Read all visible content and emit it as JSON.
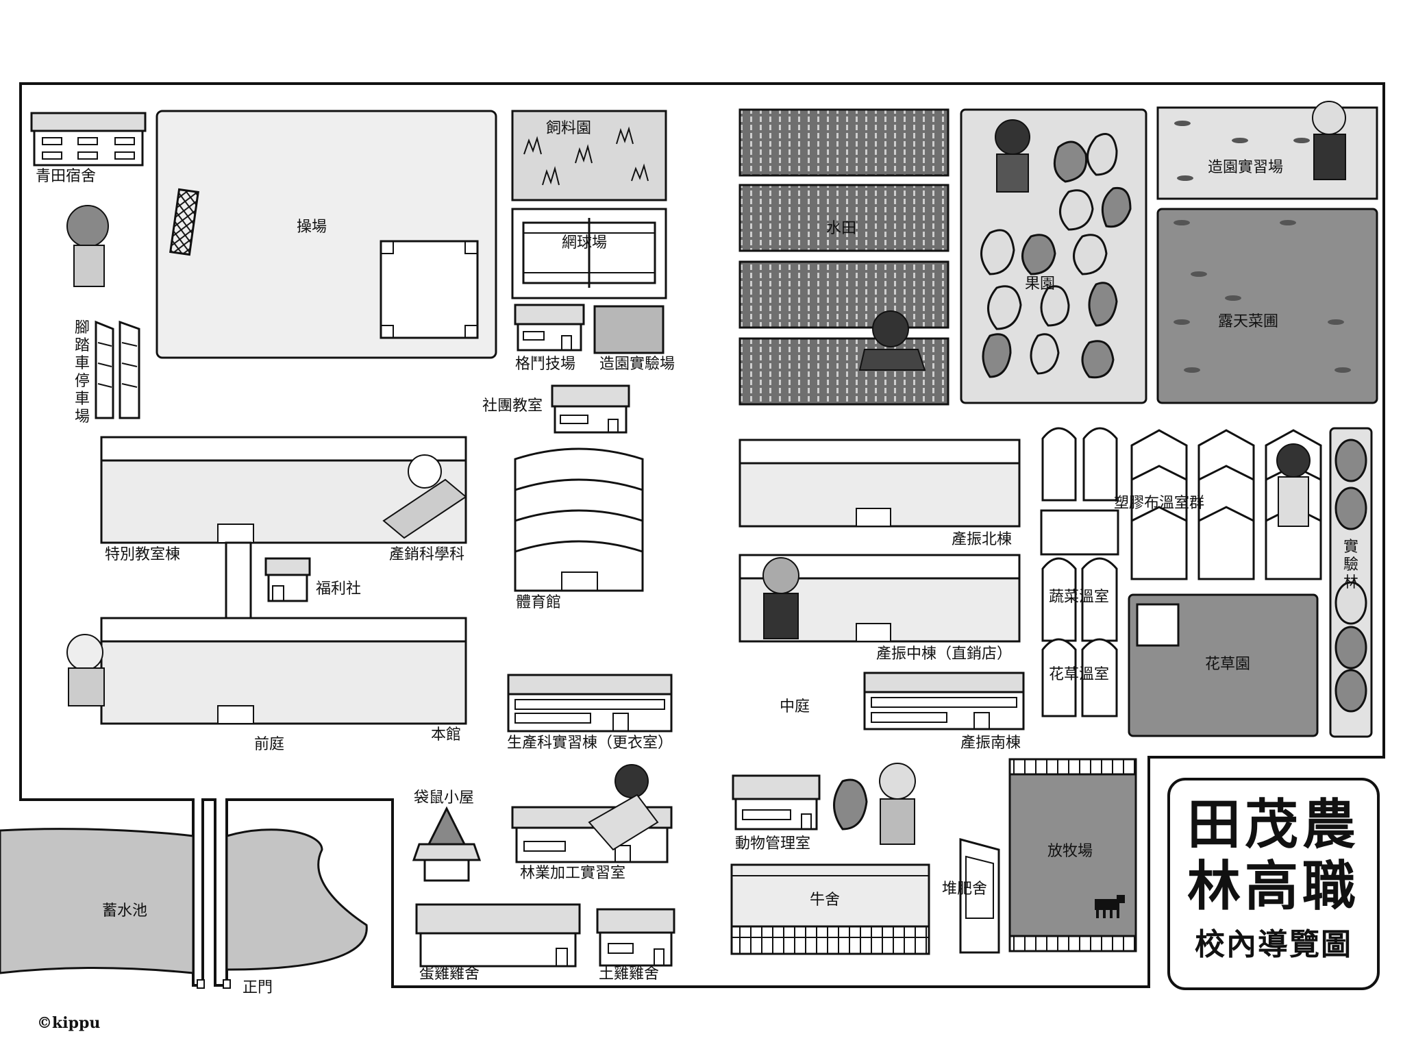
{
  "title": {
    "line1": "田茂農",
    "line2": "林高職",
    "line3": "校內導覽圖"
  },
  "credit": "©kippu",
  "icons": [
    "cow-icon",
    "tree-icon",
    "grass-icon",
    "chibi-character"
  ],
  "colors": {
    "line": "#111111",
    "light_fill": "#e6e6e6",
    "dark_fill": "#8c8c8c",
    "mid_fill": "#c8c8c8",
    "water": "#c4c4c4"
  },
  "locations": {
    "qingtian_dorm": "青田宿舍",
    "playground": "操場",
    "bicycle_parking": "腳踏車停車場",
    "feed_garden": "飼料園",
    "tennis_court": "網球場",
    "martial_arts_hall": "格鬥技場",
    "landscape_lab": "造園實驗場",
    "club_room": "社團教室",
    "paddy_field": "水田",
    "orchard": "果園",
    "landscape_practice": "造園實習場",
    "open_vegetable_garden": "露天菜圃",
    "special_classroom": "特別教室棟",
    "marketing_dept": "產銷科學科",
    "welfare_shop": "福利社",
    "gymnasium": "體育館",
    "front_yard": "前庭",
    "main_building": "本館",
    "production_practice": "生產科實習棟（更衣室）",
    "industry_north": "產振北棟",
    "industry_middle": "產振中棟（直銷店）",
    "industry_south": "產振南棟",
    "courtyard": "中庭",
    "plastic_greenhouses": "塑膠布溫室群",
    "vegetable_greenhouse": "蔬菜溫室",
    "flower_greenhouse": "花草溫室",
    "flower_garden": "花草園",
    "experimental_forest": "實驗林",
    "kangaroo_hut": "袋鼠小屋",
    "forestry_processing": "林業加工實習室",
    "animal_management": "動物管理室",
    "cattle_barn": "牛舍",
    "compost_shed": "堆肥舍",
    "pasture": "放牧場",
    "reservoir": "蓄水池",
    "main_gate": "正門",
    "egg_chicken_coop": "蛋雞雞舍",
    "native_chicken_coop": "土雞雞舍"
  }
}
